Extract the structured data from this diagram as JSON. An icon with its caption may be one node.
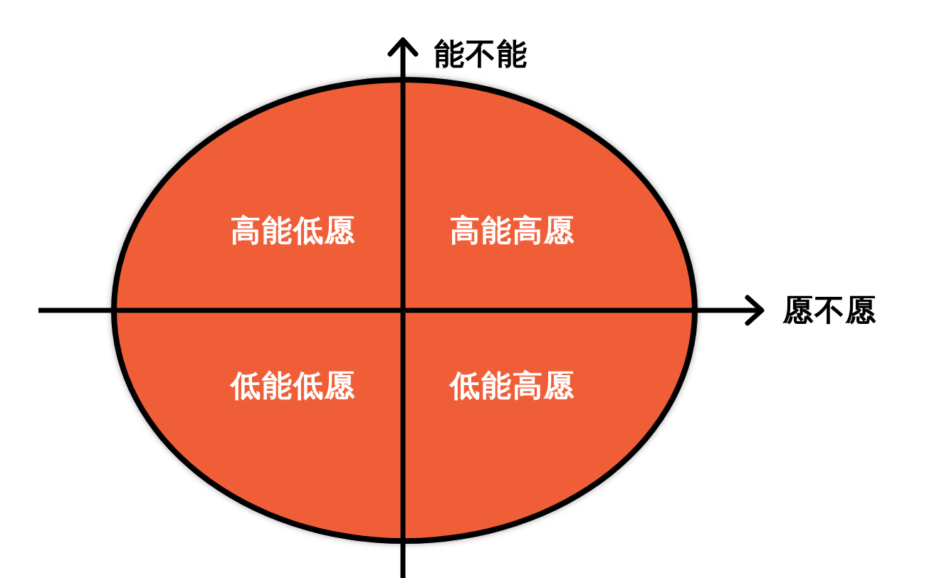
{
  "diagram": {
    "nodes": [
      {
        "text": [
          "高能低愿",
          "高能高愿",
          "低能低愿",
          "低能高愿"
        ]
      }
    ],
    "labels": [
      "能不能",
      "愿不愿"
    ]
  }
}
